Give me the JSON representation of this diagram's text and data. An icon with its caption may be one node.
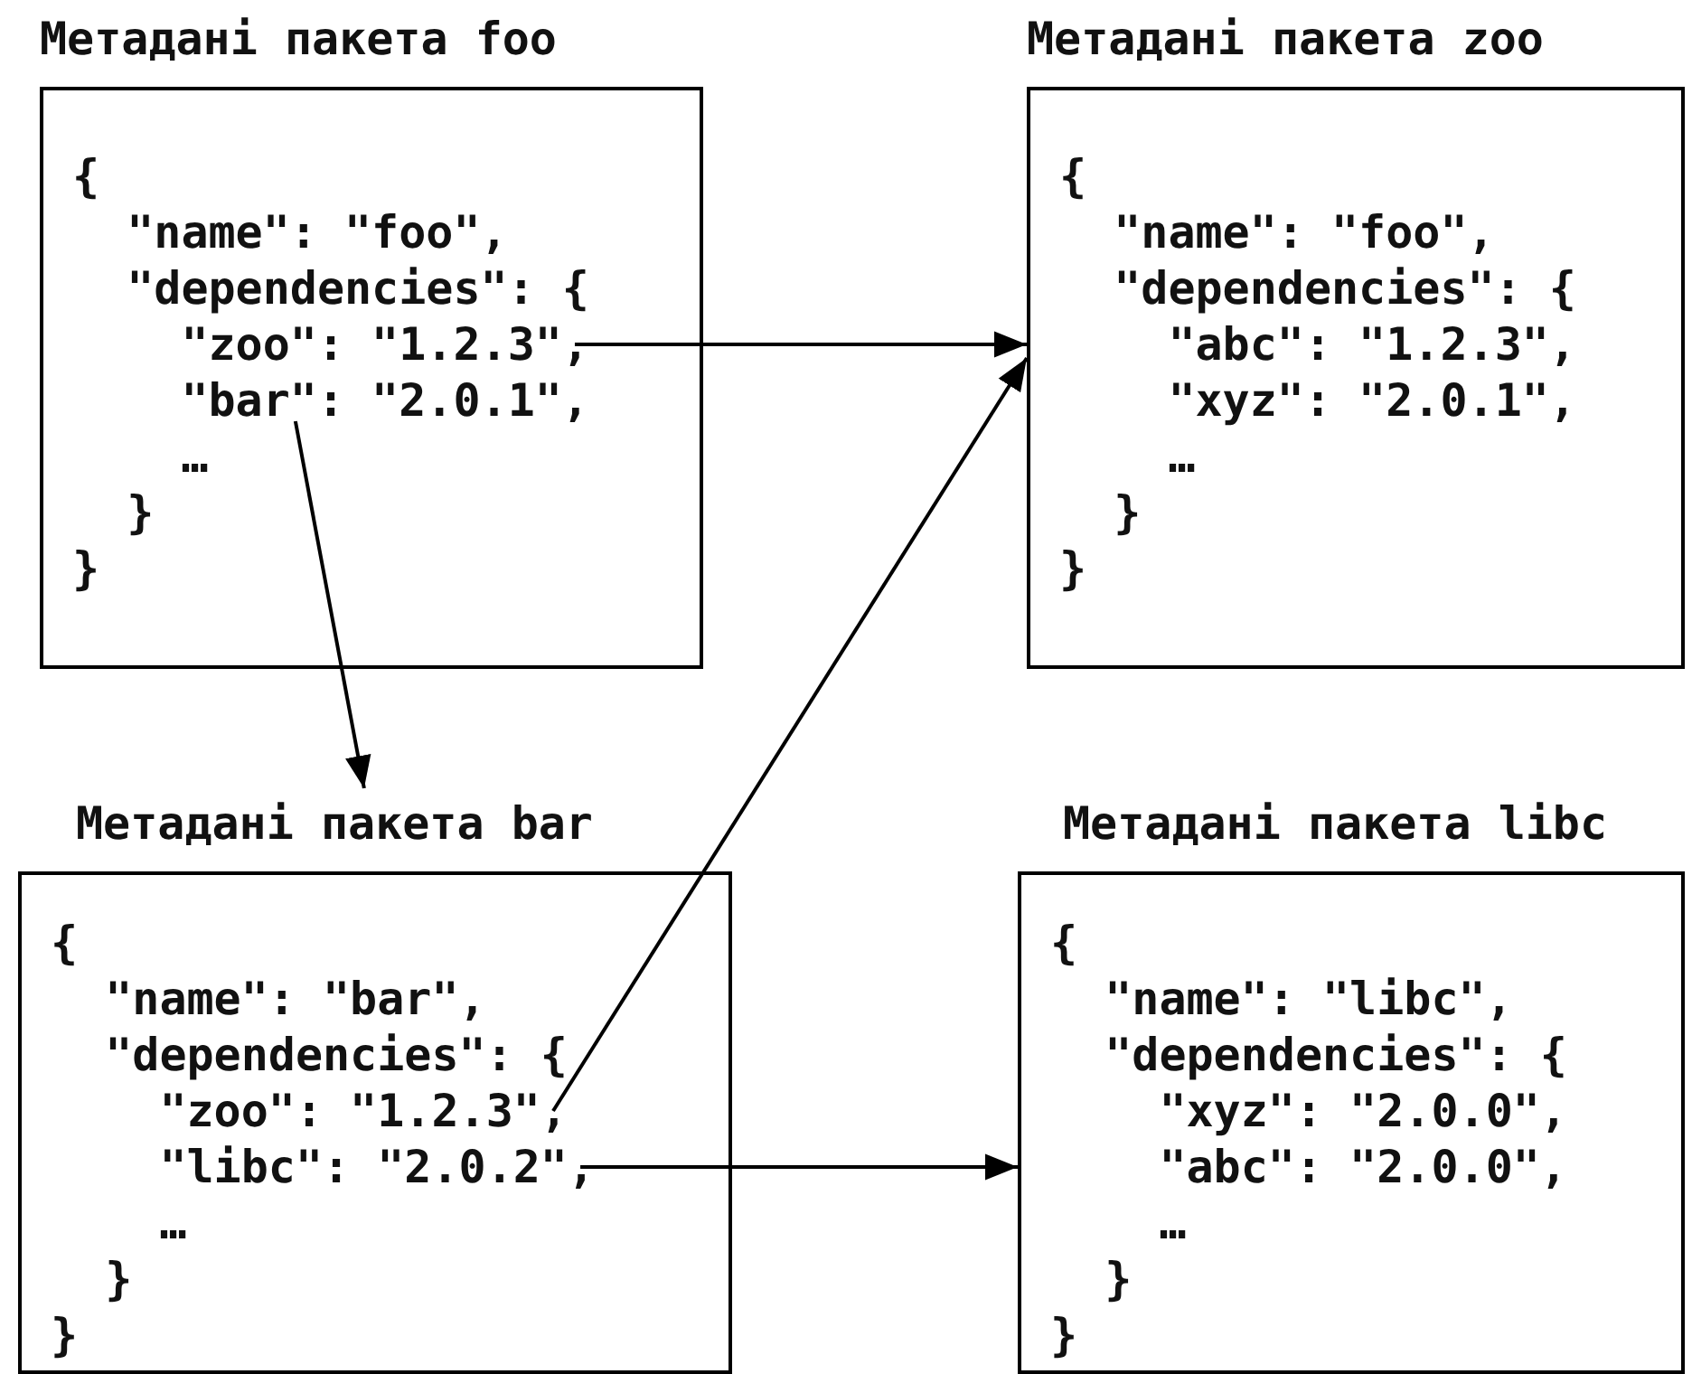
{
  "diagram": {
    "nodes": [
      {
        "text": [
          "Метадані пакета foo",
          "{",
          "\"name\": \"foo\",",
          "\"dependencies\": {",
          "…",
          "}",
          "}"
        ]
      },
      {
        "text": [
          "\"zoo\": \"1.2.3\","
        ],
        "in": 0
      },
      {
        "text": [
          "\"bar\": \"2.0.1\","
        ],
        "in": 0
      },
      {
        "text": [
          "Метадані пакета zoo",
          "{",
          "\"name\": \"foo\",",
          "\"dependencies\": {",
          "…",
          "}",
          "}"
        ]
      },
      {
        "text": [
          "\"abc\": \"1.2.3\","
        ],
        "in": 3
      },
      {
        "text": [
          "\"xyz\": \"2.0.1\","
        ],
        "in": 3
      },
      {
        "text": [
          "Метадані пакета bar",
          "{",
          "\"name\": \"bar\",",
          "\"dependencies\": {",
          "…",
          "}",
          "}"
        ]
      },
      {
        "text": [
          "\"zoo\": \"1.2.3\","
        ],
        "in": 6
      },
      {
        "text": [
          "\"libc\": \"2.0.2\","
        ],
        "in": 6
      },
      {
        "text": [
          "Метадані пакета libc",
          "{",
          "\"name\": \"libc\",",
          "\"dependencies\": {",
          "…",
          "}",
          "}"
        ]
      },
      {
        "text": [
          "\"xyz\": \"2.0.0\","
        ],
        "in": 9
      },
      {
        "text": [
          "\"abc\": \"2.0.0\","
        ],
        "in": 9
      }
    ],
    "edges": [
      {
        "from": 1,
        "to": 3,
        "arrow": "to"
      },
      {
        "from": 2,
        "to": 6,
        "arrow": "to"
      },
      {
        "from": 7,
        "to": 3,
        "arrow": "to"
      },
      {
        "from": 8,
        "to": 9,
        "arrow": "to"
      }
    ]
  }
}
